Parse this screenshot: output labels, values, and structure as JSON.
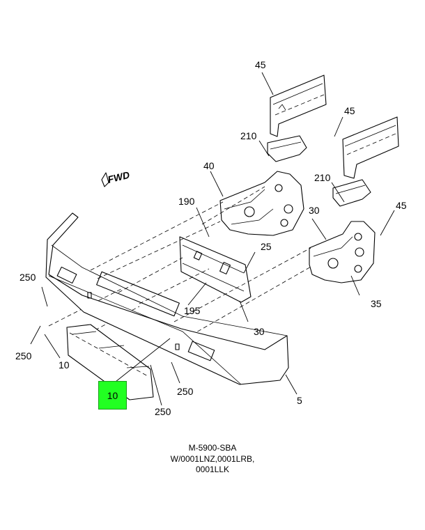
{
  "orientation_label": "FWD",
  "callouts": {
    "c45a": "45",
    "c45b": "45",
    "c45c": "45",
    "c210a": "210",
    "c210b": "210",
    "c40": "40",
    "c190": "190",
    "c30a": "30",
    "c25": "25",
    "c250a": "250",
    "c250b": "250",
    "c250c": "250",
    "c250d": "250",
    "c195": "195",
    "c35": "35",
    "c30b": "30",
    "c10a": "10",
    "c5": "5"
  },
  "highlight": {
    "label": "10",
    "color": "#22ff22"
  },
  "caption": {
    "line1": "M-5900-SBA",
    "line2": "W/0001LNZ,0001LRB,",
    "line3": "0001LLK"
  }
}
